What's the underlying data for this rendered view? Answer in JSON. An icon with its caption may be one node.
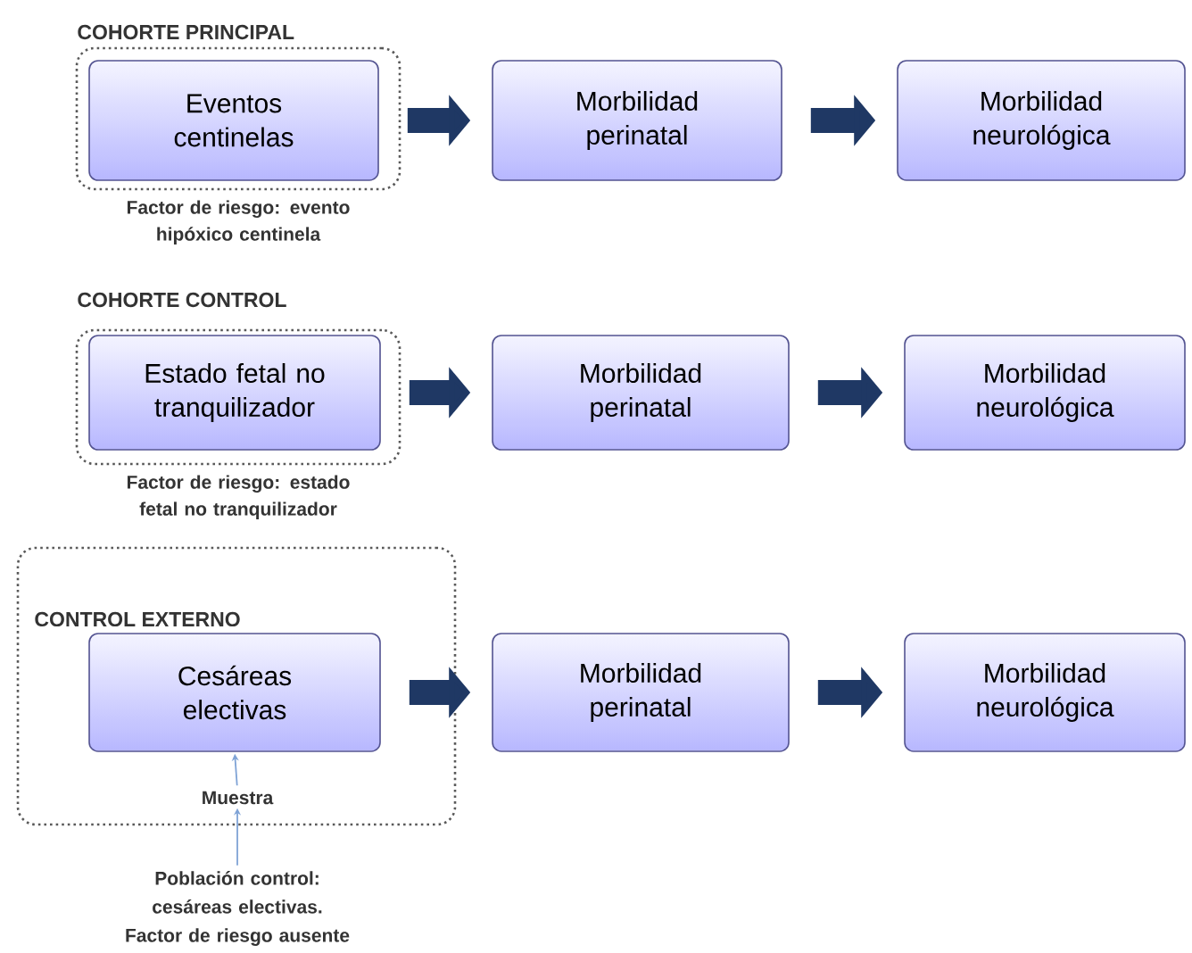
{
  "diagram": {
    "nodes": [
      {
        "text": [
          "COHORTE PRINCIPAL"
        ],
        "beside": [
          "Factor de riesgo: evento hipóxico centinela"
        ]
      },
      {
        "text": [
          "Eventos centinelas"
        ],
        "in": 0
      },
      {
        "text": [
          "Morbilidad perinatal"
        ]
      },
      {
        "text": [
          "Morbilidad neurológica"
        ]
      },
      {
        "text": [
          "COHORTE CONTROL"
        ],
        "beside": [
          "Factor de riesgo: estado fetal no tranquilizador"
        ]
      },
      {
        "text": [
          "Estado fetal no tranquilizador"
        ],
        "in": 4
      },
      {
        "text": [
          "Morbilidad perinatal"
        ]
      },
      {
        "text": [
          "Morbilidad neurológica"
        ]
      },
      {
        "text": [
          "CONTROL EXTERNO"
        ]
      },
      {
        "text": [
          "Cesáreas electivas"
        ],
        "in": 8
      },
      {
        "text": [
          "Muestra"
        ],
        "in": 8
      },
      {
        "text": [
          "Población control: cesáreas electivas. Factor de riesgo ausente"
        ]
      },
      {
        "text": [
          "Morbilidad perinatal"
        ]
      },
      {
        "text": [
          "Morbilidad neurológica"
        ]
      }
    ],
    "edges": [
      {
        "from": 1,
        "to": 2,
        "arrow": "to"
      },
      {
        "from": 2,
        "to": 3,
        "arrow": "to"
      },
      {
        "from": 5,
        "to": 6,
        "arrow": "to"
      },
      {
        "from": 6,
        "to": 7,
        "arrow": "to"
      },
      {
        "from": 9,
        "to": 12,
        "arrow": "to"
      },
      {
        "from": 12,
        "to": 13,
        "arrow": "to"
      },
      {
        "from": 10,
        "to": 9,
        "arrow": "to",
        "color": "#7fa3d6"
      },
      {
        "from": 11,
        "to": 10,
        "arrow": "to",
        "color": "#7fa3d6"
      }
    ]
  }
}
